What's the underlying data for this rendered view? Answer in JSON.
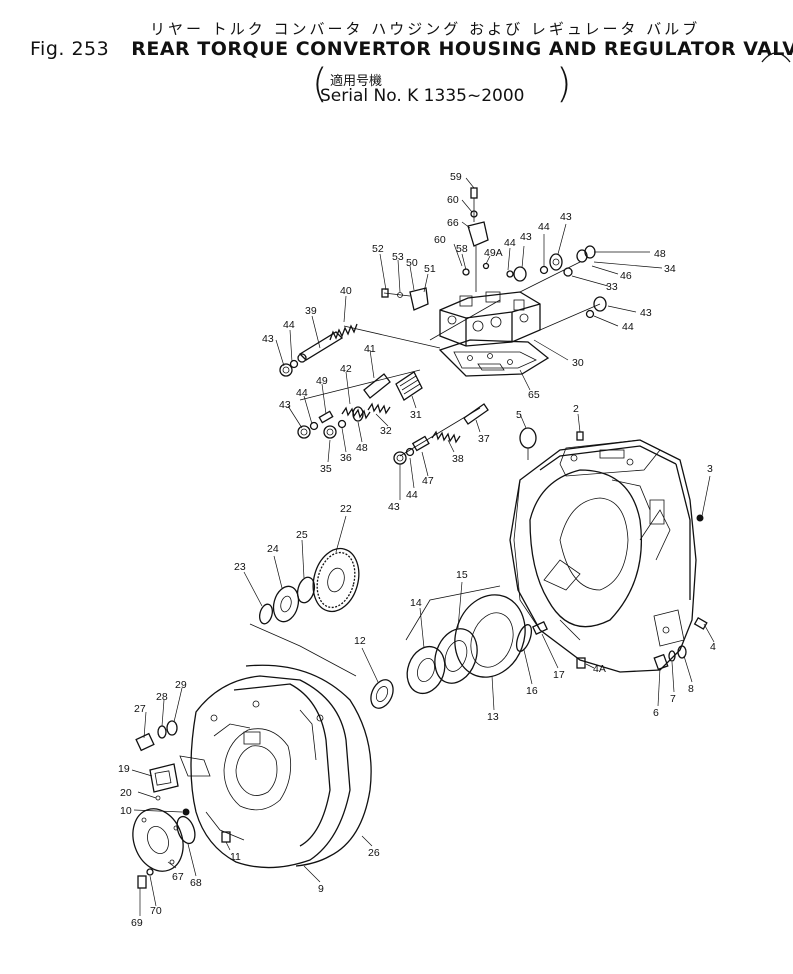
{
  "header": {
    "title_jp": "リヤー トルク コンバータ ハウジング および レギュレータ バルブ",
    "fig_number": "Fig. 253",
    "title_en": "REAR TORQUE CONVERTOR HOUSING AND REGULATOR VALVE",
    "applicability_jp": "適用号機",
    "serial": "Serial No. K 1335~2000"
  },
  "parts": {
    "p59": "59",
    "p60a": "60",
    "p66": "66",
    "p60b": "60",
    "p58": "58",
    "p49a": "49A",
    "p44a": "44",
    "p43a": "43",
    "p44b": "44",
    "p43b": "43",
    "p48a": "48",
    "p34": "34",
    "p46": "46",
    "p33": "33",
    "p43c": "43",
    "p44c": "44",
    "p52": "52",
    "p53": "53",
    "p50": "50",
    "p51": "51",
    "p40": "40",
    "p39": "39",
    "p44d": "44",
    "p43d": "43",
    "p30": "30",
    "p41": "41",
    "p42": "42",
    "p49": "49",
    "p44e": "44",
    "p43e": "43",
    "p65": "65",
    "p31": "31",
    "p32": "32",
    "p48b": "48",
    "p36": "36",
    "p35": "35",
    "p5": "5",
    "p2": "2",
    "p37": "37",
    "p38": "38",
    "p47": "47",
    "p44f": "44",
    "p43f": "43",
    "p3": "3",
    "p22": "22",
    "p25": "25",
    "p24": "24",
    "p23": "23",
    "p15": "15",
    "p14": "14",
    "p12": "12",
    "p4": "4",
    "p17": "17",
    "p4a": "4A",
    "p8": "8",
    "p7": "7",
    "p6": "6",
    "p16": "16",
    "p13": "13",
    "p29": "29",
    "p28": "28",
    "p27": "27",
    "p19": "19",
    "p20": "20",
    "p10": "10",
    "p11": "11",
    "p68": "68",
    "p67": "67",
    "p70": "70",
    "p69": "69",
    "p9": "9",
    "p26": "26"
  }
}
